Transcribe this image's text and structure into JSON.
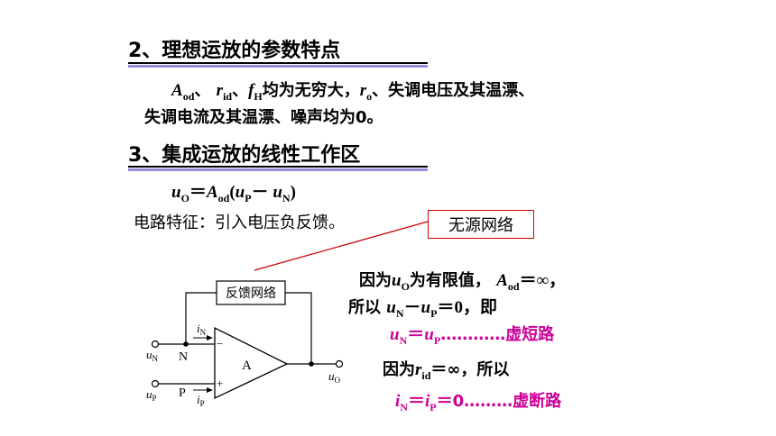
{
  "section2": {
    "heading": "2、理想运放的参数特点",
    "line1": {
      "a_sym": "A",
      "a_sub": "od",
      "sep1": "、",
      "r_sym": "r",
      "r_sub": "id",
      "sep2": "、",
      "f_sym": "f",
      "f_sub": "H",
      "mid": "均为无穷大，",
      "ro_sym": "r",
      "ro_sub": "o",
      "tail": "、失调电压及其温漂、"
    },
    "line2": "失调电流及其温漂、噪声均为0。"
  },
  "section3": {
    "heading": "3、集成运放的线性工作区",
    "formula": {
      "u": "u",
      "u_sub": "O",
      "eq": "＝",
      "a": "A",
      "a_sub": "od",
      "open": "(",
      "up": "u",
      "up_sub": "P",
      "minus": "－ ",
      "un": "u",
      "un_sub": "N",
      "close": ")"
    },
    "feature": "电路特征：引入电压负反馈。",
    "callout": "无源网络"
  },
  "circuit": {
    "feedback_box": "反馈网络",
    "amp_label": "A",
    "minus_sign": "−",
    "plus_sign": "+",
    "node_n": "N",
    "node_p": "P",
    "in_n": "u",
    "in_n_sub": "N",
    "in_p": "u",
    "in_p_sub": "P",
    "cur_n": "i",
    "cur_n_sub": "N",
    "cur_p": "i",
    "cur_p_sub": "P",
    "out": "u",
    "out_sub": "O"
  },
  "explain": {
    "l1_pre": "因为",
    "l1_u": "u",
    "l1_u_sub": "O",
    "l1_mid": "为有限值，",
    "l1_a": "A",
    "l1_a_sub": "od",
    "l1_tail": "＝∞，",
    "l2_pre": "所以 ",
    "l2_un": "u",
    "l2_un_sub": "N",
    "l2_minus": "－",
    "l2_up": "u",
    "l2_up_sub": "P",
    "l2_tail": "＝0，即",
    "l3_un": "u",
    "l3_un_sub": "N",
    "l3_eq": "＝",
    "l3_up": "u",
    "l3_up_sub": "P",
    "l3_tail": "…………虚短路",
    "l4_pre": "因为",
    "l4_r": "r",
    "l4_r_sub": "id",
    "l4_tail": "＝∞，所以",
    "l5_in": "i",
    "l5_in_sub": "N",
    "l5_eq": "＝",
    "l5_ip": "i",
    "l5_ip_sub": "P",
    "l5_tail": "＝0………虚断路"
  },
  "colors": {
    "accent_underline": "#9a8ad8",
    "highlight": "#cc0099",
    "callout_border": "#cc0000"
  }
}
